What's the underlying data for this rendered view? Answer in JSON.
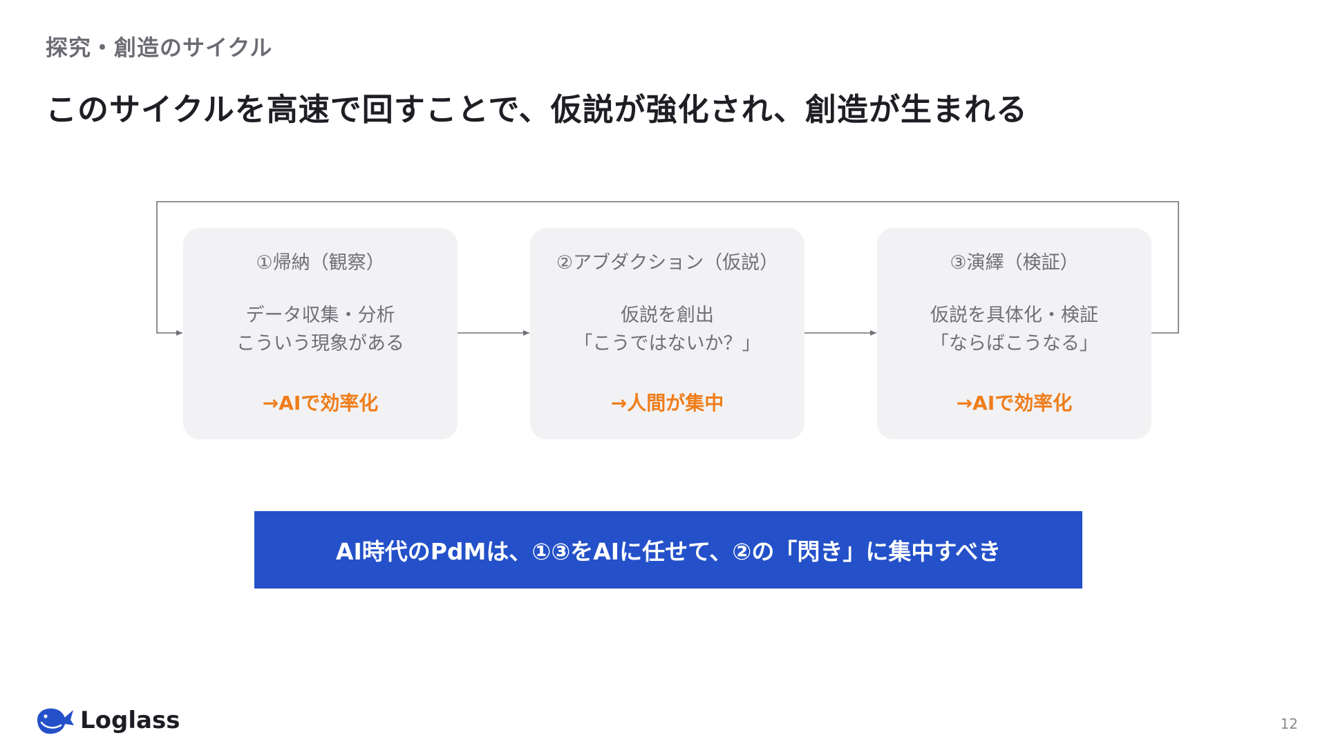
{
  "section_label": "探究・創造のサイクル",
  "headline": "このサイクルを高速で回すことで、仮説が強化され、創造が生まれる",
  "cards": [
    {
      "title": "①帰納（観察）",
      "lines": [
        "データ収集・分析",
        "こういう現象がある"
      ],
      "note": "→AIで効率化"
    },
    {
      "title": "②アブダクション（仮説）",
      "lines": [
        "仮説を創出",
        "「こうではないか？」"
      ],
      "note": "→人間が集中"
    },
    {
      "title": "③演繹（検証）",
      "lines": [
        "仮説を具体化・検証",
        "「ならばこうなる」"
      ],
      "note": "→AIで効率化"
    }
  ],
  "banner": "AI時代のPdMは、①③をAIに任せて、②の「閃き」に集中すべき",
  "brand": {
    "name": "Loglass",
    "logo_icon": "whale-logo-icon"
  },
  "page_number": "12",
  "colors": {
    "card_bg": "#f2f2f4",
    "accent_orange": "#ef7d1a",
    "banner_blue": "#2451c9",
    "connector": "#6f6f77"
  }
}
